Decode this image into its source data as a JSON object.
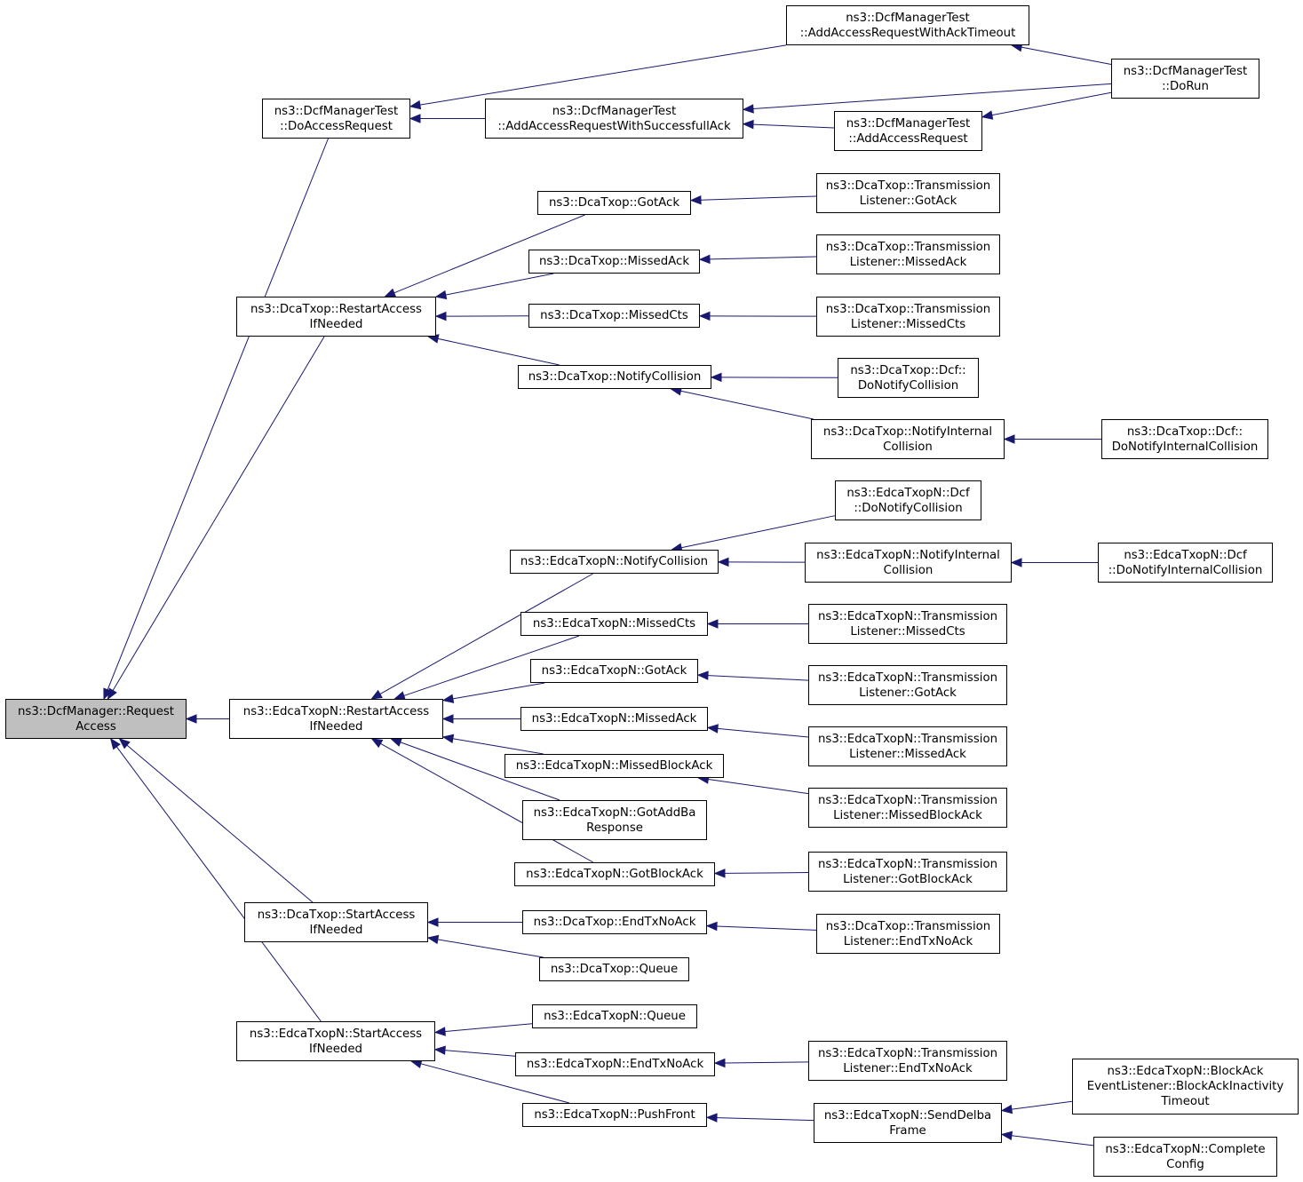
{
  "colors": {
    "edge": "#191970",
    "node_border": "#000000",
    "root_fill": "#bfbfbf",
    "node_fill": "#ffffff"
  },
  "nodes": {
    "request_access": {
      "line1": "ns3::DcfManager::Request",
      "line2": "Access"
    },
    "dcf_do_access_request": {
      "line1": "ns3::DcfManagerTest",
      "line2": "::DoAccessRequest"
    },
    "add_req_ack_timeout": {
      "line1": "ns3::DcfManagerTest",
      "line2": "::AddAccessRequestWithAckTimeout"
    },
    "add_req_successful_ack": {
      "line1": "ns3::DcfManagerTest",
      "line2": "::AddAccessRequestWithSuccessfullAck"
    },
    "add_access_request": {
      "line1": "ns3::DcfManagerTest",
      "line2": "::AddAccessRequest"
    },
    "do_run": {
      "line1": "ns3::DcfManagerTest",
      "line2": "::DoRun"
    },
    "dca_restart": {
      "line1": "ns3::DcaTxop::RestartAccess",
      "line2": "IfNeeded"
    },
    "dca_got_ack": {
      "line1": "ns3::DcaTxop::GotAck"
    },
    "dca_missed_ack": {
      "line1": "ns3::DcaTxop::MissedAck"
    },
    "dca_missed_cts": {
      "line1": "ns3::DcaTxop::MissedCts"
    },
    "dca_notify_collision": {
      "line1": "ns3::DcaTxop::NotifyCollision"
    },
    "dca_tl_got_ack": {
      "line1": "ns3::DcaTxop::Transmission",
      "line2": "Listener::GotAck"
    },
    "dca_tl_missed_ack": {
      "line1": "ns3::DcaTxop::Transmission",
      "line2": "Listener::MissedAck"
    },
    "dca_tl_missed_cts": {
      "line1": "ns3::DcaTxop::Transmission",
      "line2": "Listener::MissedCts"
    },
    "dca_dcf_do_notify_collision": {
      "line1": "ns3::DcaTxop::Dcf::",
      "line2": "DoNotifyCollision"
    },
    "dca_notify_internal_collision": {
      "line1": "ns3::DcaTxop::NotifyInternal",
      "line2": "Collision"
    },
    "dca_dcf_do_notify_internal_collision": {
      "line1": "ns3::DcaTxop::Dcf::",
      "line2": "DoNotifyInternalCollision"
    },
    "edca_dcf_do_notify_collision": {
      "line1": "ns3::EdcaTxopN::Dcf",
      "line2": "::DoNotifyCollision"
    },
    "edca_notify_collision": {
      "line1": "ns3::EdcaTxopN::NotifyCollision"
    },
    "edca_notify_internal_collision": {
      "line1": "ns3::EdcaTxopN::NotifyInternal",
      "line2": "Collision"
    },
    "edca_dcf_do_notify_internal_collision": {
      "line1": "ns3::EdcaTxopN::Dcf",
      "line2": "::DoNotifyInternalCollision"
    },
    "edca_missed_cts": {
      "line1": "ns3::EdcaTxopN::MissedCts"
    },
    "edca_tl_missed_cts": {
      "line1": "ns3::EdcaTxopN::Transmission",
      "line2": "Listener::MissedCts"
    },
    "edca_got_ack": {
      "line1": "ns3::EdcaTxopN::GotAck"
    },
    "edca_tl_got_ack": {
      "line1": "ns3::EdcaTxopN::Transmission",
      "line2": "Listener::GotAck"
    },
    "edca_restart": {
      "line1": "ns3::EdcaTxopN::RestartAccess",
      "line2": "IfNeeded"
    },
    "edca_missed_ack": {
      "line1": "ns3::EdcaTxopN::MissedAck"
    },
    "edca_tl_missed_ack": {
      "line1": "ns3::EdcaTxopN::Transmission",
      "line2": "Listener::MissedAck"
    },
    "edca_missed_block_ack": {
      "line1": "ns3::EdcaTxopN::MissedBlockAck"
    },
    "edca_tl_missed_block_ack": {
      "line1": "ns3::EdcaTxopN::Transmission",
      "line2": "Listener::MissedBlockAck"
    },
    "edca_got_add_ba_response": {
      "line1": "ns3::EdcaTxopN::GotAddBa",
      "line2": "Response"
    },
    "edca_got_block_ack": {
      "line1": "ns3::EdcaTxopN::GotBlockAck"
    },
    "edca_tl_got_block_ack": {
      "line1": "ns3::EdcaTxopN::Transmission",
      "line2": "Listener::GotBlockAck"
    },
    "dca_start": {
      "line1": "ns3::DcaTxop::StartAccess",
      "line2": "IfNeeded"
    },
    "dca_end_tx_no_ack": {
      "line1": "ns3::DcaTxop::EndTxNoAck"
    },
    "dca_tl_end_tx_no_ack": {
      "line1": "ns3::DcaTxop::Transmission",
      "line2": "Listener::EndTxNoAck"
    },
    "dca_queue": {
      "line1": "ns3::DcaTxop::Queue"
    },
    "edca_start": {
      "line1": "ns3::EdcaTxopN::StartAccess",
      "line2": "IfNeeded"
    },
    "edca_queue": {
      "line1": "ns3::EdcaTxopN::Queue"
    },
    "edca_end_tx_no_ack": {
      "line1": "ns3::EdcaTxopN::EndTxNoAck"
    },
    "edca_tl_end_tx_no_ack": {
      "line1": "ns3::EdcaTxopN::Transmission",
      "line2": "Listener::EndTxNoAck"
    },
    "edca_push_front": {
      "line1": "ns3::EdcaTxopN::PushFront"
    },
    "edca_send_delba_frame": {
      "line1": "ns3::EdcaTxopN::SendDelba",
      "line2": "Frame"
    },
    "edca_block_ack_inactivity": {
      "line1": "ns3::EdcaTxopN::BlockAck",
      "line2": "EventListener::BlockAckInactivity",
      "line3": "Timeout"
    },
    "edca_complete_config": {
      "line1": "ns3::EdcaTxopN::Complete",
      "line2": "Config"
    }
  },
  "edges": [
    [
      "dcf_do_access_request",
      "request_access"
    ],
    [
      "dca_restart",
      "request_access"
    ],
    [
      "edca_restart",
      "request_access"
    ],
    [
      "dca_start",
      "request_access"
    ],
    [
      "edca_start",
      "request_access"
    ],
    [
      "add_req_ack_timeout",
      "dcf_do_access_request"
    ],
    [
      "add_req_successful_ack",
      "dcf_do_access_request"
    ],
    [
      "do_run",
      "add_req_ack_timeout"
    ],
    [
      "do_run",
      "add_req_successful_ack"
    ],
    [
      "add_access_request",
      "add_req_successful_ack"
    ],
    [
      "do_run",
      "add_access_request"
    ],
    [
      "dca_got_ack",
      "dca_restart"
    ],
    [
      "dca_missed_ack",
      "dca_restart"
    ],
    [
      "dca_missed_cts",
      "dca_restart"
    ],
    [
      "dca_notify_collision",
      "dca_restart"
    ],
    [
      "dca_tl_got_ack",
      "dca_got_ack"
    ],
    [
      "dca_tl_missed_ack",
      "dca_missed_ack"
    ],
    [
      "dca_tl_missed_cts",
      "dca_missed_cts"
    ],
    [
      "dca_dcf_do_notify_collision",
      "dca_notify_collision"
    ],
    [
      "dca_notify_internal_collision",
      "dca_notify_collision"
    ],
    [
      "dca_dcf_do_notify_internal_collision",
      "dca_notify_internal_collision"
    ],
    [
      "edca_notify_collision",
      "edca_restart"
    ],
    [
      "edca_missed_cts",
      "edca_restart"
    ],
    [
      "edca_got_ack",
      "edca_restart"
    ],
    [
      "edca_missed_ack",
      "edca_restart"
    ],
    [
      "edca_missed_block_ack",
      "edca_restart"
    ],
    [
      "edca_got_add_ba_response",
      "edca_restart"
    ],
    [
      "edca_got_block_ack",
      "edca_restart"
    ],
    [
      "edca_dcf_do_notify_collision",
      "edca_notify_collision"
    ],
    [
      "edca_notify_internal_collision",
      "edca_notify_collision"
    ],
    [
      "edca_dcf_do_notify_internal_collision",
      "edca_notify_internal_collision"
    ],
    [
      "edca_tl_missed_cts",
      "edca_missed_cts"
    ],
    [
      "edca_tl_got_ack",
      "edca_got_ack"
    ],
    [
      "edca_tl_missed_ack",
      "edca_missed_ack"
    ],
    [
      "edca_tl_missed_block_ack",
      "edca_missed_block_ack"
    ],
    [
      "edca_tl_got_block_ack",
      "edca_got_block_ack"
    ],
    [
      "dca_end_tx_no_ack",
      "dca_start"
    ],
    [
      "dca_queue",
      "dca_start"
    ],
    [
      "dca_tl_end_tx_no_ack",
      "dca_end_tx_no_ack"
    ],
    [
      "edca_queue",
      "edca_start"
    ],
    [
      "edca_end_tx_no_ack",
      "edca_start"
    ],
    [
      "edca_push_front",
      "edca_start"
    ],
    [
      "edca_tl_end_tx_no_ack",
      "edca_end_tx_no_ack"
    ],
    [
      "edca_send_delba_frame",
      "edca_push_front"
    ],
    [
      "edca_block_ack_inactivity",
      "edca_send_delba_frame"
    ],
    [
      "edca_complete_config",
      "edca_send_delba_frame"
    ]
  ]
}
